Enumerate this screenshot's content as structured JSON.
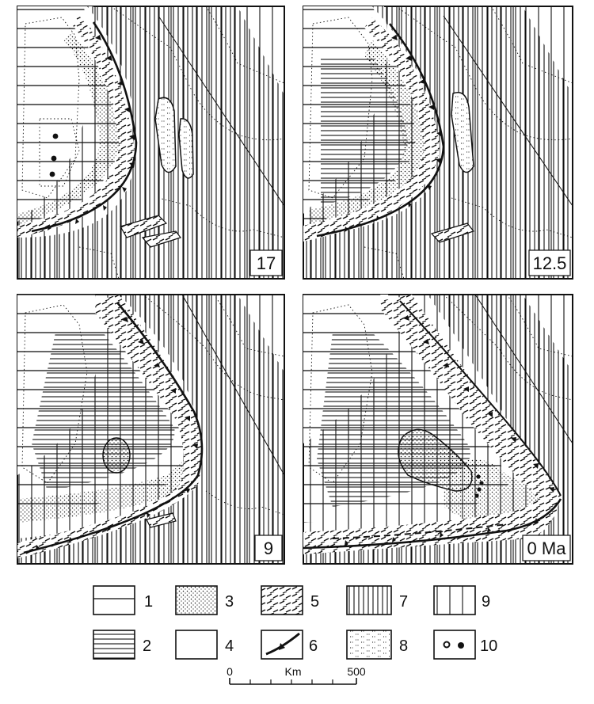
{
  "panels": [
    {
      "id": "p17",
      "age_label": "17"
    },
    {
      "id": "p125",
      "age_label": "12.5"
    },
    {
      "id": "p9",
      "age_label": "9"
    },
    {
      "id": "p0",
      "age_label": "0 Ma"
    }
  ],
  "legend": {
    "items": [
      {
        "label": "1",
        "pattern": "horizontal-lines-sparse"
      },
      {
        "label": "2",
        "pattern": "horizontal-lines-dense"
      },
      {
        "label": "3",
        "pattern": "fine-dots"
      },
      {
        "label": "4",
        "pattern": "blank"
      },
      {
        "label": "5",
        "pattern": "oblique-dashes"
      },
      {
        "label": "6",
        "pattern": "thrust-fault-symbol"
      },
      {
        "label": "7",
        "pattern": "vertical-lines-dense"
      },
      {
        "label": "8",
        "pattern": "dotted-dashes"
      },
      {
        "label": "9",
        "pattern": "vertical-lines-sparse"
      },
      {
        "label": "10",
        "pattern": "volcano-circles"
      }
    ]
  },
  "scale_bar": {
    "start": "0",
    "unit": "Km",
    "end": "500"
  },
  "colors": {
    "ink": "#111111",
    "paper": "#ffffff"
  }
}
